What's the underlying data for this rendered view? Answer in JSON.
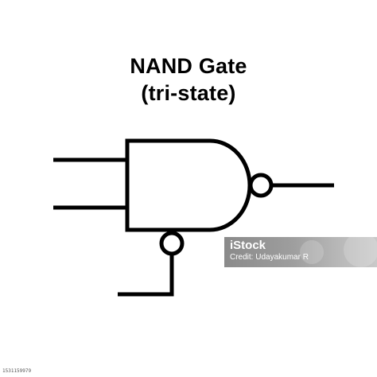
{
  "title": {
    "line1": "NAND Gate",
    "line2": "(tri-state)"
  },
  "colors": {
    "stroke": "#000000",
    "background": "#ffffff",
    "watermark_bg": "#9e9e9e"
  },
  "watermark": {
    "logo_text": "iStock",
    "credit_text": "Credit: Udayakumar R"
  },
  "stock_id": "1531159979"
}
